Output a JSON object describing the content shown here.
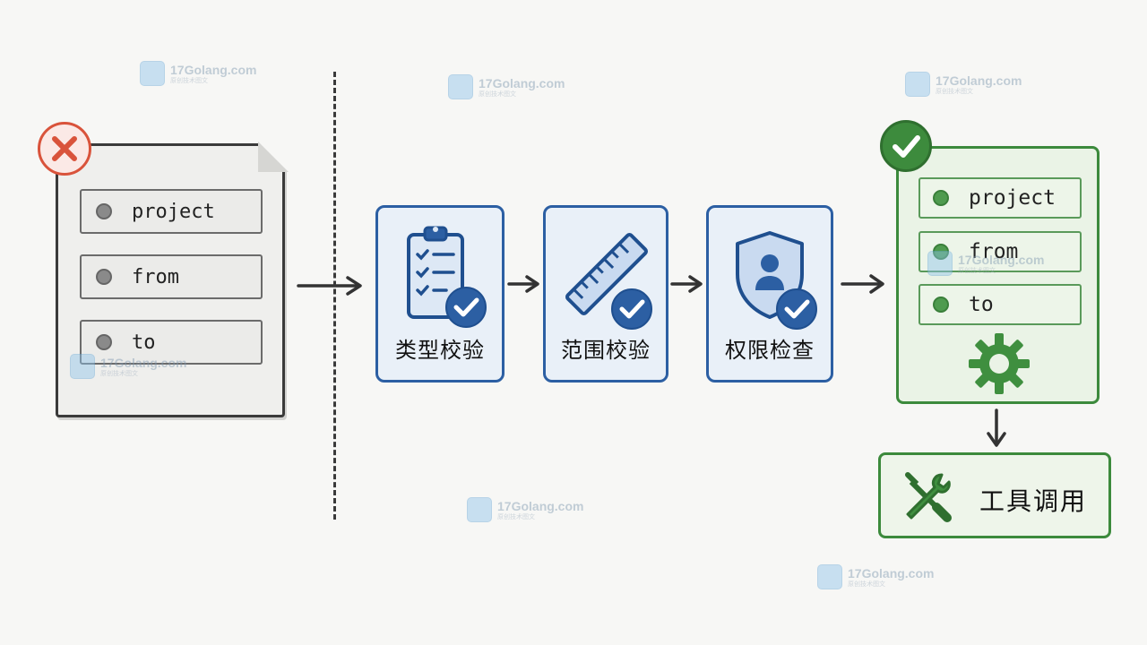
{
  "input_fields": [
    "project",
    "from",
    "to"
  ],
  "steps": [
    {
      "label": "类型校验",
      "icon": "clipboard-checklist-icon"
    },
    {
      "label": "范围校验",
      "icon": "ruler-icon"
    },
    {
      "label": "权限检查",
      "icon": "shield-user-icon"
    }
  ],
  "output_fields": [
    "project",
    "from",
    "to"
  ],
  "tool_call_label": "工具调用",
  "watermark": {
    "site": "17Golang.com",
    "subtitle": "原创技术图文"
  },
  "colors": {
    "error": "#d9533b",
    "blue": "#2c5fa3",
    "green": "#3c8a3c"
  }
}
